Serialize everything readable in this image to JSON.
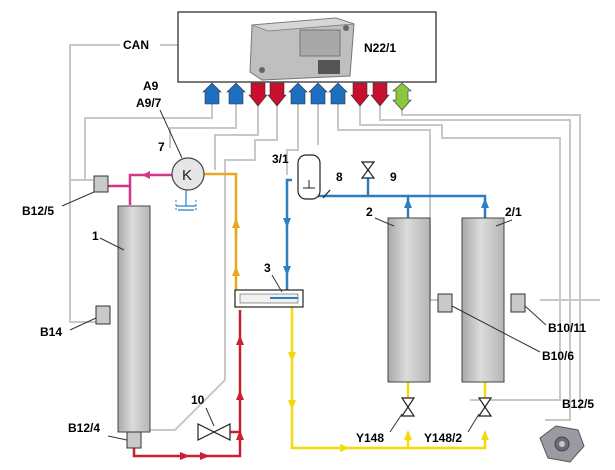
{
  "diagram": {
    "control_unit_label": "N22/1",
    "can_label": "CAN",
    "compressor_labels": [
      "A9",
      "A9/7"
    ],
    "compressor_symbol": "K",
    "labels": {
      "n7": "7",
      "n1": "1",
      "n3": "3",
      "n3_1": "3/1",
      "n8": "8",
      "n9": "9",
      "n2": "2",
      "n2_1": "2/1",
      "n10": "10",
      "b12_5_left": "B12/5",
      "b14": "B14",
      "b12_4": "B12/4",
      "b10_11": "B10/11",
      "b10_6": "B10/6",
      "b12_5_right": "B12/5",
      "y148": "Y148",
      "y148_2": "Y148/2"
    },
    "colors": {
      "pressure_line": "#cc1f2f",
      "return_line": "#f5d90a",
      "suction_line": "#e8a920",
      "oil_line": "#d4358b",
      "evaporator_line": "#2b7fc4",
      "signal_line": "#c8c8c8",
      "connector_blue": "#1e6fbf",
      "connector_red": "#c8102e",
      "connector_green": "#8cc63f"
    },
    "connectors": [
      {
        "color": "blue",
        "direction": "up"
      },
      {
        "color": "blue",
        "direction": "up"
      },
      {
        "color": "red",
        "direction": "down"
      },
      {
        "color": "red",
        "direction": "down"
      },
      {
        "color": "blue",
        "direction": "up"
      },
      {
        "color": "blue",
        "direction": "up"
      },
      {
        "color": "blue",
        "direction": "up"
      },
      {
        "color": "red",
        "direction": "down"
      },
      {
        "color": "red",
        "direction": "down"
      },
      {
        "color": "green",
        "direction": "both"
      }
    ]
  }
}
